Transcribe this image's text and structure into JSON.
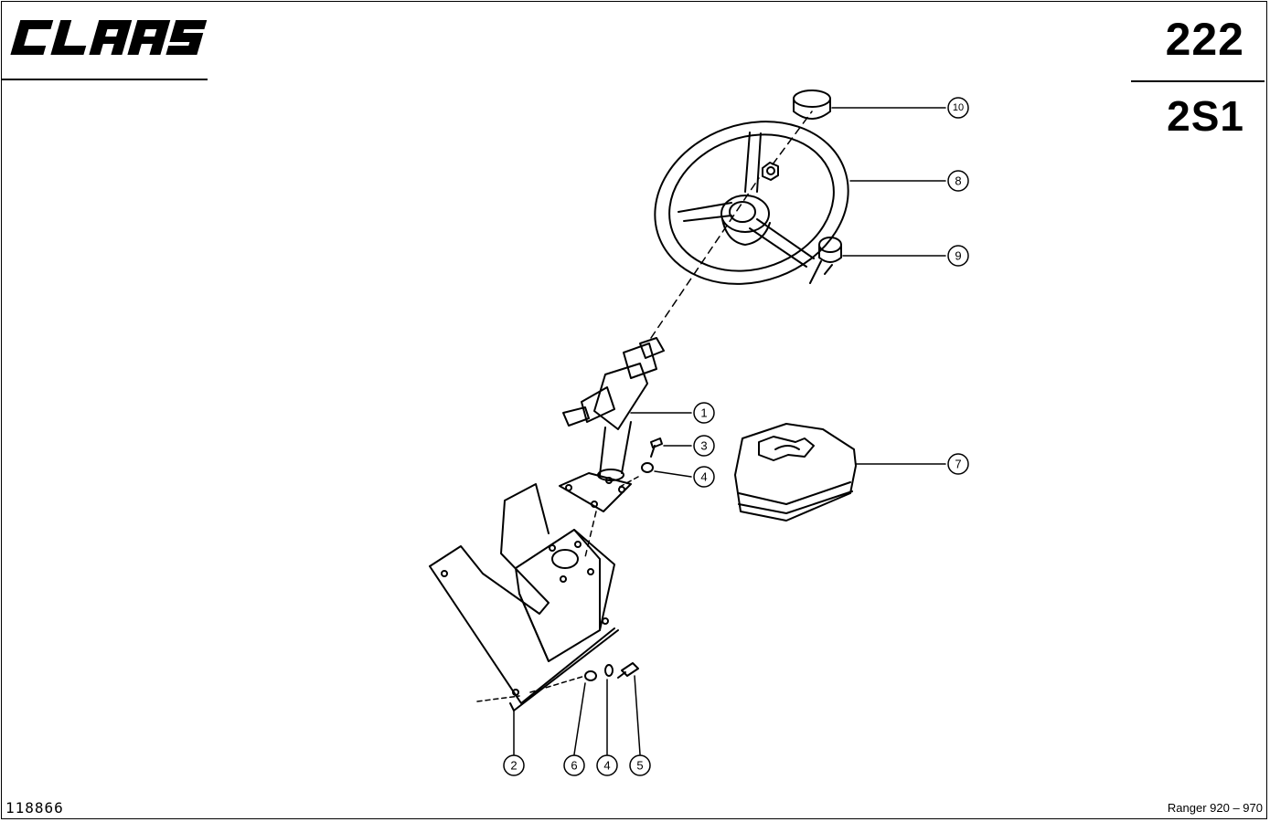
{
  "brand": {
    "name": "CLAAS"
  },
  "header": {
    "page_number": "222",
    "section": "2S1"
  },
  "callouts": [
    {
      "id": "c10",
      "label": "10"
    },
    {
      "id": "c8",
      "label": "8"
    },
    {
      "id": "c9",
      "label": "9"
    },
    {
      "id": "c1",
      "label": "1"
    },
    {
      "id": "c3",
      "label": "3"
    },
    {
      "id": "c4a",
      "label": "4"
    },
    {
      "id": "c7",
      "label": "7"
    },
    {
      "id": "c2",
      "label": "2"
    },
    {
      "id": "c6",
      "label": "6"
    },
    {
      "id": "c4b",
      "label": "4"
    },
    {
      "id": "c5",
      "label": "5"
    }
  ],
  "footer": {
    "drawing_number": "118866",
    "model_range": "Ranger 920 – 970"
  }
}
